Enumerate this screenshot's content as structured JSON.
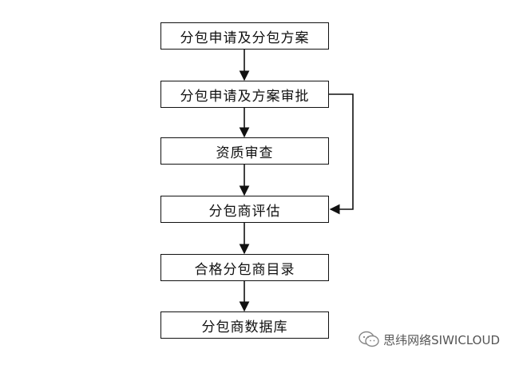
{
  "diagram": {
    "steps": [
      "分包申请及分包方案",
      "分包申请及方案审批",
      "资质审查",
      "分包商评估",
      "合格分包商目录",
      "分包商数据库"
    ]
  },
  "watermark": {
    "text": "思纬网络SIWICLOUD",
    "icon": "wechat-icon"
  },
  "colors": {
    "line": "#111111",
    "background": "#ffffff"
  }
}
